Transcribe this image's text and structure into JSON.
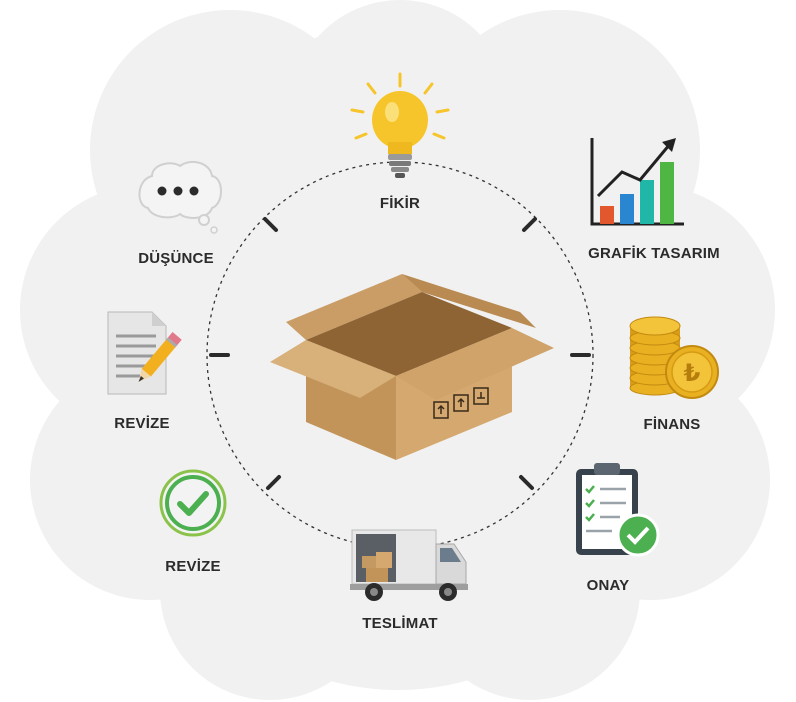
{
  "labels": {
    "fikir": "FİKİR",
    "grafik": "GRAFİK TASARIM",
    "finans": "FİNANS",
    "onay": "ONAY",
    "teslimat": "TESLİMAT",
    "revize_check": "REVİZE",
    "revize_doc": "REVİZE",
    "dusunce": "DÜŞÜNCE"
  },
  "colors": {
    "cloud": "#f1f1f1",
    "cardboard": "#c49a62",
    "bulb": "#f6c52b",
    "green": "#4caf50",
    "coin": "#e9b021",
    "bar_orange": "#e2572e",
    "bar_blue": "#2a86d1",
    "bar_teal": "#21b7a8",
    "bar_green": "#4fb543"
  },
  "icons": {
    "center": "open-cardboard-box",
    "fikir": "lightbulb-icon",
    "grafik": "growth-chart-icon",
    "finans": "lira-coins-icon",
    "onay": "clipboard-checklist-icon",
    "teslimat": "delivery-truck-icon",
    "revize_check": "check-circle-icon",
    "revize_doc": "document-pencil-icon",
    "dusunce": "thought-bubble-icon"
  }
}
